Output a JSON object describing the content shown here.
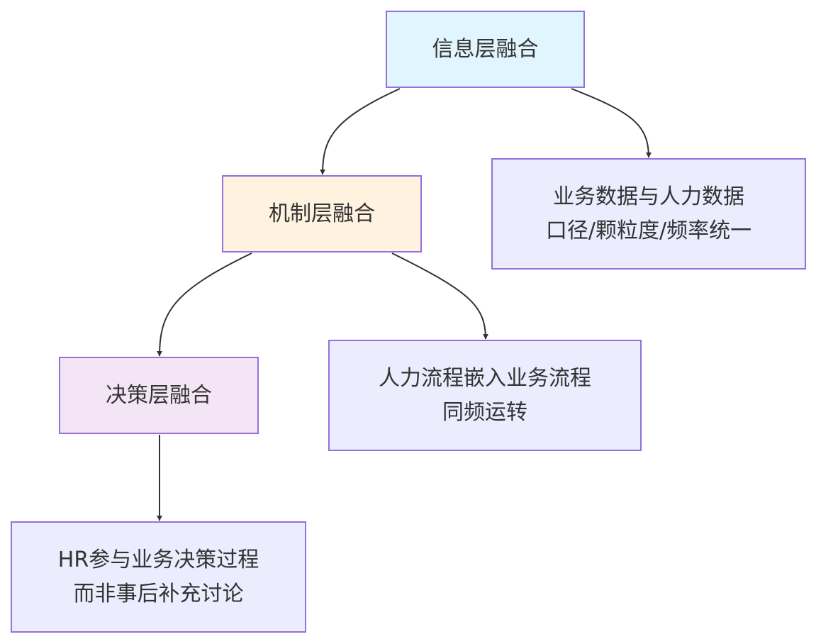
{
  "diagram": {
    "nodes": {
      "info_layer": {
        "label": "信息层融合"
      },
      "info_detail": {
        "lines": [
          "业务数据与人力数据",
          "口径/颗粒度/频率统一"
        ]
      },
      "mechanism_layer": {
        "label": "机制层融合"
      },
      "mechanism_detail": {
        "lines": [
          "人力流程嵌入业务流程",
          "同频运转"
        ]
      },
      "decision_layer": {
        "label": "决策层融合"
      },
      "decision_detail": {
        "lines": [
          "HR参与业务决策过程",
          "而非事后补充讨论"
        ]
      }
    },
    "edges": [
      {
        "from": "info_layer",
        "to": "mechanism_layer"
      },
      {
        "from": "info_layer",
        "to": "info_detail"
      },
      {
        "from": "mechanism_layer",
        "to": "decision_layer"
      },
      {
        "from": "mechanism_layer",
        "to": "mechanism_detail"
      },
      {
        "from": "decision_layer",
        "to": "decision_detail"
      }
    ],
    "colors": {
      "node_border": "#9370DB",
      "edge": "#333333",
      "text": "#333333",
      "info_fill": "#E1F5FE",
      "mechanism_fill": "#FFF3E0",
      "decision_fill": "#F3E5F5",
      "detail_fill": "#ECECFF"
    }
  }
}
